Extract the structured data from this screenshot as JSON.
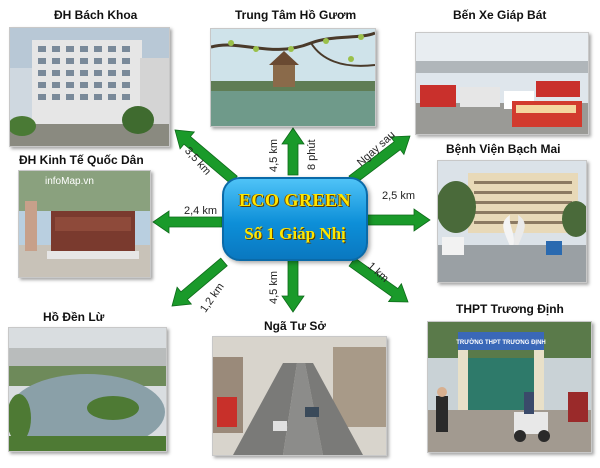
{
  "center": {
    "line1": "ECO GREEN",
    "line2": "Số 1 Giáp Nhị"
  },
  "locations": [
    {
      "name": "ĐH Bách Khoa",
      "distance": "3,5 km"
    },
    {
      "name": "Trung Tâm Hồ Gươm",
      "distance": "4,5 km"
    },
    {
      "name": "Bến Xe Giáp Bát",
      "distance": "Ngay sau"
    },
    {
      "name": "ĐH Kinh Tế Quốc Dân",
      "distance": "2,4 km"
    },
    {
      "name": "Bệnh Viện Bạch Mai",
      "distance": "2,5 km"
    },
    {
      "name": "Hồ Đền Lừ",
      "distance": "1,2 km"
    },
    {
      "name": "Ngã Tư Sở",
      "distance": "4,5 km"
    },
    {
      "name": "THPT Trương Định",
      "distance": "1 km"
    }
  ],
  "extra_labels": {
    "hoguom_time": "8 phút"
  },
  "photo_signs": {
    "neu_watermark": "infoMap.vn",
    "school_sign": "TRƯỜNG THPT TRƯƠNG ĐỊNH"
  },
  "colors": {
    "arrow": "#1a9a2a",
    "center_box": "#0d8fd8",
    "center_text": "#ffe600"
  }
}
